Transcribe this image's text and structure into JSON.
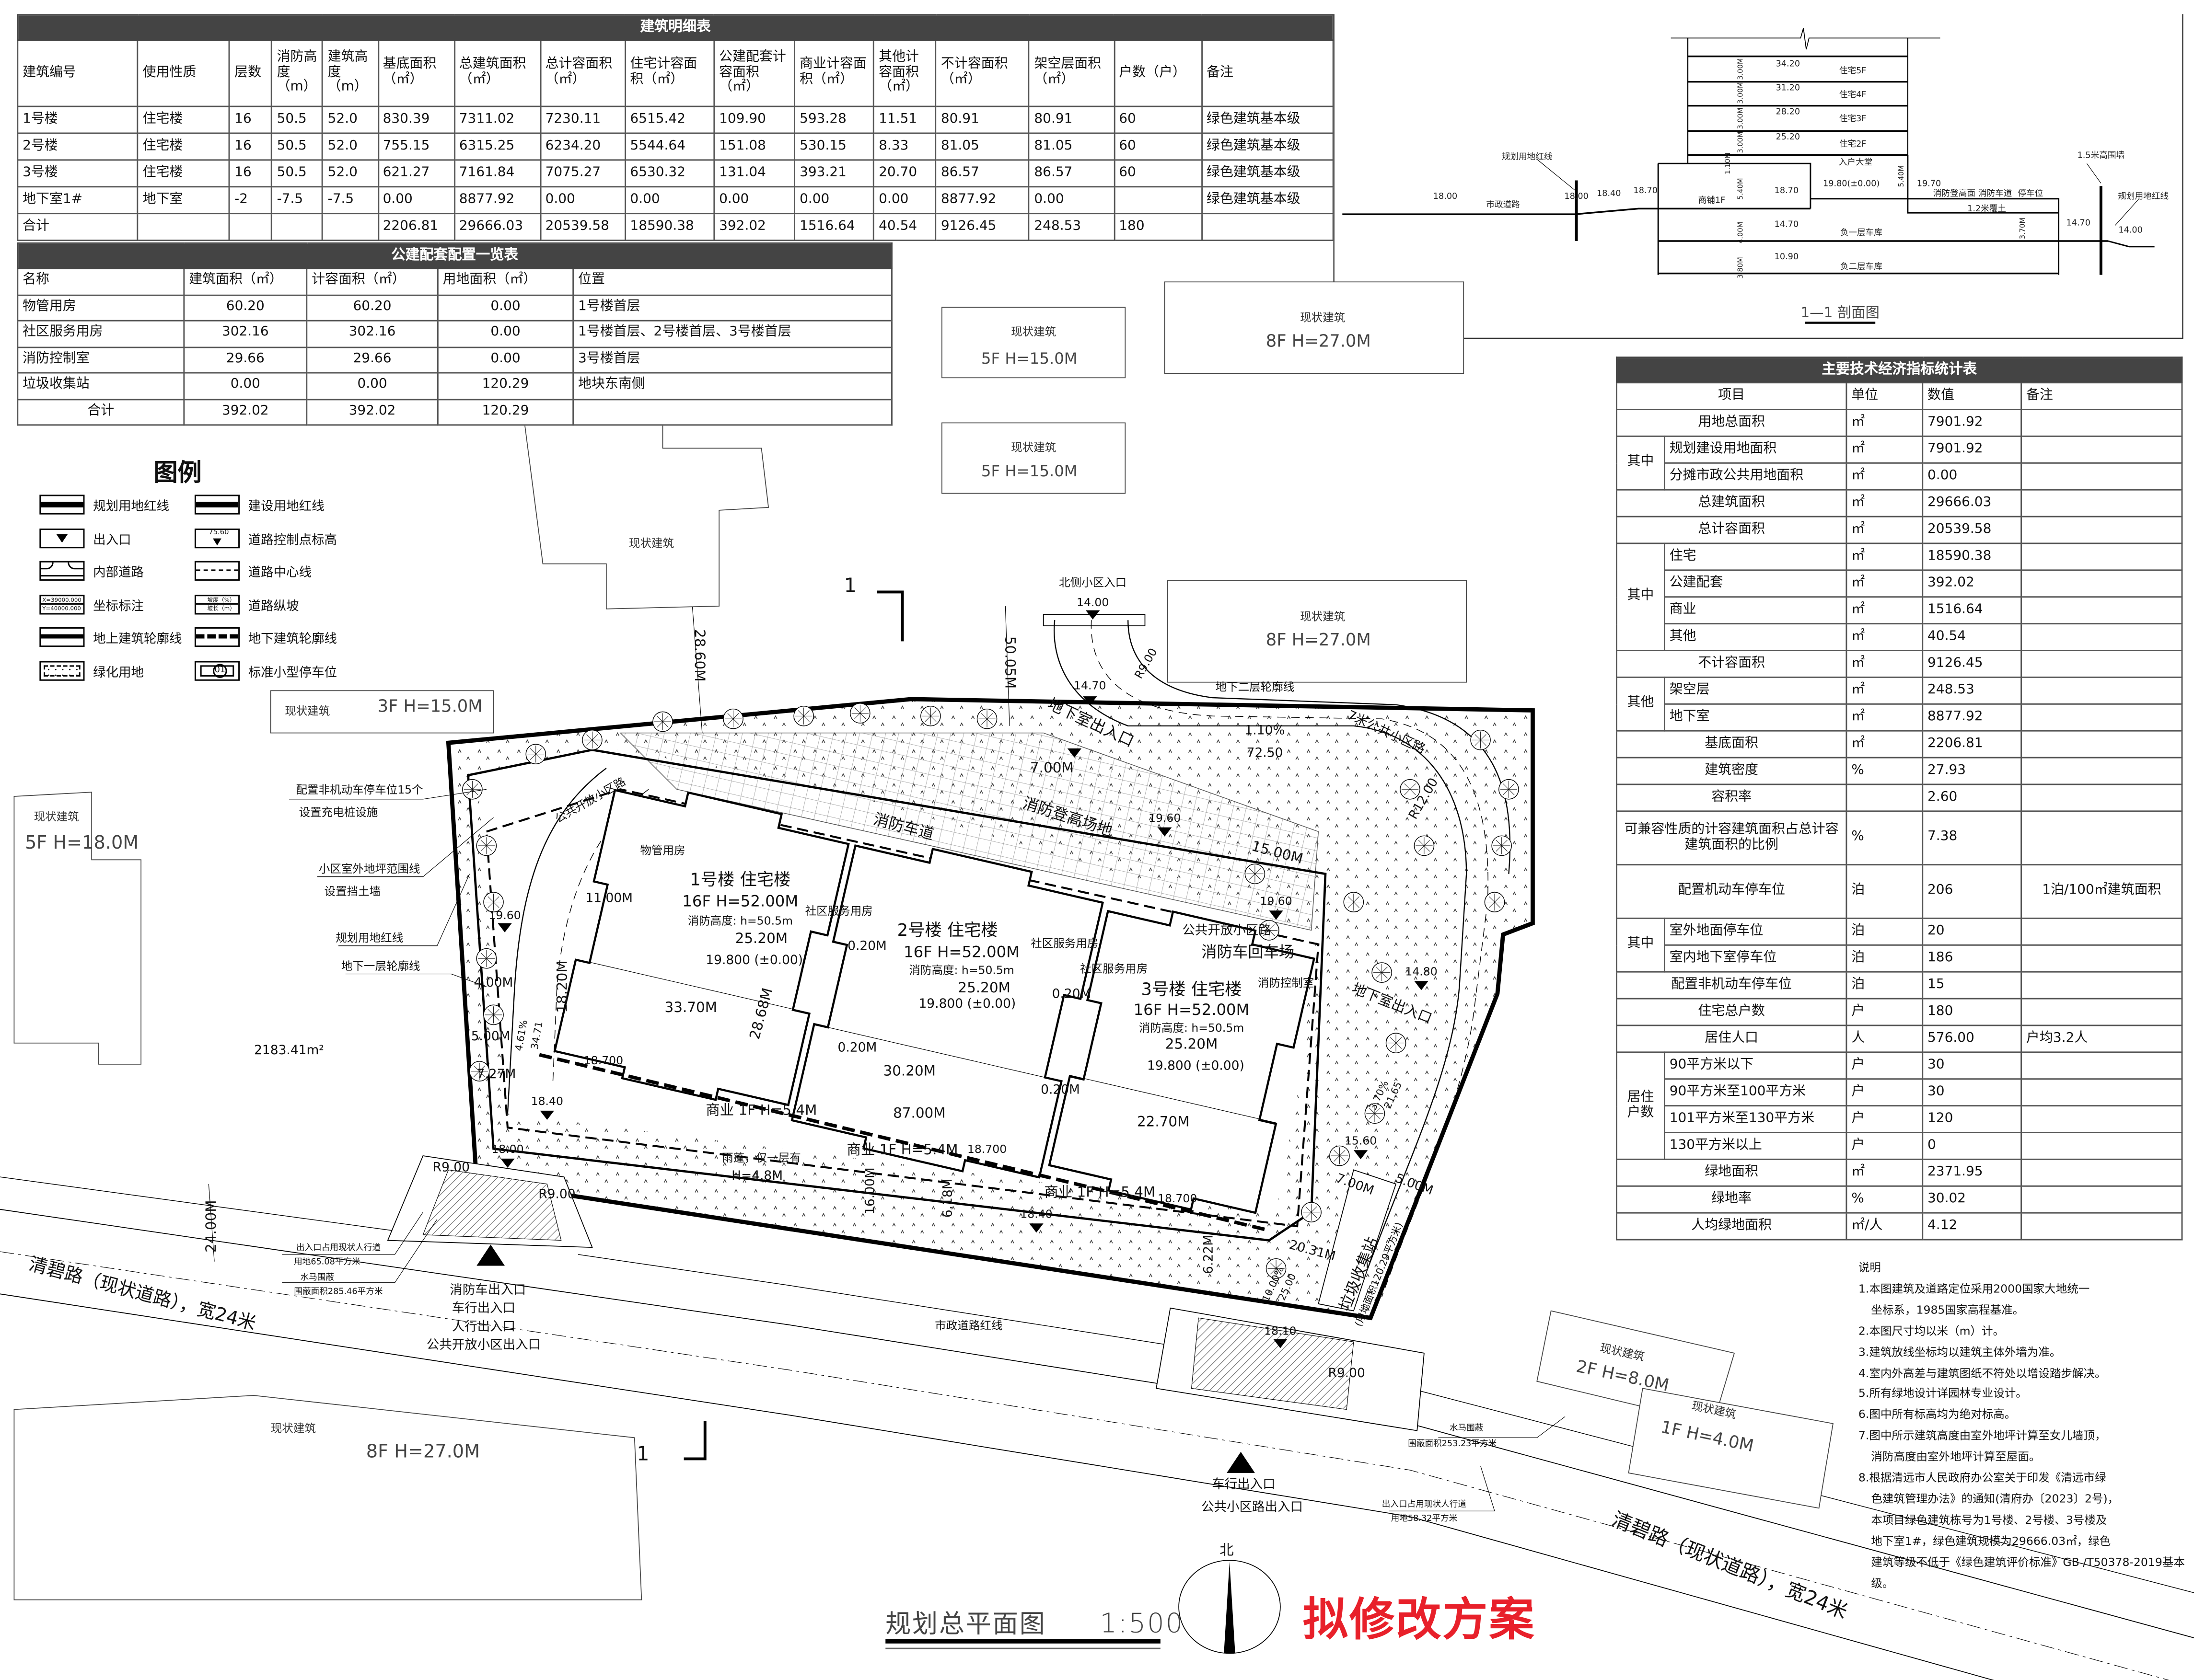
{
  "building_table": {
    "title": "建筑明细表",
    "headers": [
      "建筑编号",
      "使用性质",
      "层数",
      "消防高度（m）",
      "建筑高度（m）",
      "基底面积（㎡）",
      "总建筑面积（㎡）",
      "总计容面积（㎡）",
      "住宅计容面积（㎡）",
      "公建配套计容面积（㎡）",
      "商业计容面积（㎡）",
      "其他计容面积（㎡）",
      "不计容面积（㎡）",
      "架空层面积（㎡）",
      "户数（户）",
      "备注"
    ],
    "rows": [
      [
        "1号楼",
        "住宅楼",
        "16",
        "50.5",
        "52.0",
        "830.39",
        "7311.02",
        "7230.11",
        "6515.42",
        "109.90",
        "593.28",
        "11.51",
        "80.91",
        "80.91",
        "60",
        "绿色建筑基本级"
      ],
      [
        "2号楼",
        "住宅楼",
        "16",
        "50.5",
        "52.0",
        "755.15",
        "6315.25",
        "6234.20",
        "5544.64",
        "151.08",
        "530.15",
        "8.33",
        "81.05",
        "81.05",
        "60",
        "绿色建筑基本级"
      ],
      [
        "3号楼",
        "住宅楼",
        "16",
        "50.5",
        "52.0",
        "621.27",
        "7161.84",
        "7075.27",
        "6530.32",
        "131.04",
        "393.21",
        "20.70",
        "86.57",
        "86.57",
        "60",
        "绿色建筑基本级"
      ],
      [
        "地下室1#",
        "地下室",
        "-2",
        "-7.5",
        "-7.5",
        "0.00",
        "8877.92",
        "0.00",
        "0.00",
        "0.00",
        "0.00",
        "0.00",
        "8877.92",
        "0.00",
        "",
        "绿色建筑基本级"
      ],
      [
        "合计",
        "",
        "",
        "",
        "",
        "2206.81",
        "29666.03",
        "20539.58",
        "18590.38",
        "392.02",
        "1516.64",
        "40.54",
        "9126.45",
        "248.53",
        "180",
        ""
      ]
    ]
  },
  "facility_table": {
    "title": "公建配套配置一览表",
    "headers": [
      "名称",
      "建筑面积（㎡）",
      "计容面积（㎡）",
      "用地面积（㎡）",
      "位置"
    ],
    "rows": [
      [
        "物管用房",
        "60.20",
        "60.20",
        "0.00",
        "1号楼首层"
      ],
      [
        "社区服务用房",
        "302.16",
        "302.16",
        "0.00",
        "1号楼首层、2号楼首层、3号楼首层"
      ],
      [
        "消防控制室",
        "29.66",
        "29.66",
        "0.00",
        "3号楼首层"
      ],
      [
        "垃圾收集站",
        "0.00",
        "0.00",
        "120.29",
        "地块东南侧"
      ],
      [
        "合计",
        "392.02",
        "392.02",
        "120.29",
        ""
      ]
    ]
  },
  "indicator_table": {
    "title": "主要技术经济指标统计表",
    "headers": [
      "项目",
      "单位",
      "数值",
      "备注"
    ],
    "rows": [
      {
        "group": "",
        "item": "用地总面积",
        "unit": "㎡",
        "value": "7901.92",
        "note": ""
      },
      {
        "group": "其中",
        "item": "规划建设用地面积",
        "unit": "㎡",
        "value": "7901.92",
        "note": ""
      },
      {
        "group": "其中",
        "item": "分摊市政公共用地面积",
        "unit": "㎡",
        "value": "0.00",
        "note": ""
      },
      {
        "group": "",
        "item": "总建筑面积",
        "unit": "㎡",
        "value": "29666.03",
        "note": ""
      },
      {
        "group": "",
        "item": "总计容面积",
        "unit": "㎡",
        "value": "20539.58",
        "note": ""
      },
      {
        "group": "其中 ",
        "item": "住宅",
        "unit": "㎡",
        "value": "18590.38",
        "note": ""
      },
      {
        "group": "其中 ",
        "item": "公建配套",
        "unit": "㎡",
        "value": "392.02",
        "note": ""
      },
      {
        "group": "其中 ",
        "item": "商业",
        "unit": "㎡",
        "value": "1516.64",
        "note": ""
      },
      {
        "group": "其中 ",
        "item": "其他",
        "unit": "㎡",
        "value": "40.54",
        "note": ""
      },
      {
        "group": "",
        "item": "不计容面积",
        "unit": "㎡",
        "value": "9126.45",
        "note": ""
      },
      {
        "group": "其他",
        "item": "架空层",
        "unit": "㎡",
        "value": "248.53",
        "note": ""
      },
      {
        "group": "其他",
        "item": "地下室",
        "unit": "㎡",
        "value": "8877.92",
        "note": ""
      },
      {
        "group": "",
        "item": "基底面积",
        "unit": "㎡",
        "value": "2206.81",
        "note": ""
      },
      {
        "group": "",
        "item": "建筑密度",
        "unit": "%",
        "value": "27.93",
        "note": ""
      },
      {
        "group": "",
        "item": "容积率",
        "unit": "",
        "value": "2.60",
        "note": ""
      },
      {
        "group": "",
        "item": "可兼容性质的计容建筑面积占总计容建筑面积的比例",
        "unit": "%",
        "value": "7.38",
        "note": ""
      },
      {
        "group": "",
        "item": "配置机动车停车位",
        "unit": "泊",
        "value": "206",
        "note": "1泊/100㎡建筑面积"
      },
      {
        "group": "其中",
        "item": "室外地面停车位",
        "unit": "泊",
        "value": "20",
        "note": ""
      },
      {
        "group": "其中",
        "item": "室内地下室停车位",
        "unit": "泊",
        "value": "186",
        "note": ""
      },
      {
        "group": "",
        "item": "配置非机动车停车位",
        "unit": "泊",
        "value": "15",
        "note": ""
      },
      {
        "group": "",
        "item": "住宅总户数",
        "unit": "户",
        "value": "180",
        "note": ""
      },
      {
        "group": "",
        "item": "居住人口",
        "unit": "人",
        "value": "576.00",
        "note": "户均3.2人"
      },
      {
        "group": "居住户数",
        "item": "90平方米以下",
        "unit": "户",
        "value": "30",
        "note": ""
      },
      {
        "group": "居住户数",
        "item": "90平方米至100平方米",
        "unit": "户",
        "value": "30",
        "note": ""
      },
      {
        "group": "居住户数",
        "item": "101平方米至130平方米",
        "unit": "户",
        "value": "120",
        "note": ""
      },
      {
        "group": "居住户数",
        "item": "130平方米以上",
        "unit": "户",
        "value": "0",
        "note": ""
      },
      {
        "group": "",
        "item": "绿地面积",
        "unit": "㎡",
        "value": "2371.95",
        "note": ""
      },
      {
        "group": "",
        "item": "绿地率",
        "unit": "%",
        "value": "30.02",
        "note": ""
      },
      {
        "group": "",
        "item": "人均绿地面积",
        "unit": "㎡/人",
        "value": "4.12",
        "note": ""
      }
    ]
  },
  "legend": {
    "title": "图例",
    "items": [
      "规划用地红线",
      "建设用地红线",
      "出入口",
      "道路控制点标高",
      "内部道路",
      "道路中心线",
      "坐标标注",
      "道路纵坡",
      "地上建筑轮廓线",
      "地下建筑轮廓线",
      "绿化用地",
      "标准小型停车位"
    ],
    "sample_elevation": "75.60",
    "sample_x": "X=39000.000",
    "sample_y": "Y=40000.000",
    "slope_grade": "坡度（%）",
    "slope_length": "坡长（m）",
    "parking_no": "01"
  },
  "notes": {
    "title": "说明",
    "lines": [
      {
        "t": "1.本图建筑及道路定位采用2000国家大地统一",
        "indent": false
      },
      {
        "t": "坐标系，1985国家高程基准。",
        "indent": true
      },
      {
        "t": "2.本图尺寸均以米（m）计。",
        "indent": false
      },
      {
        "t": "3.建筑放线坐标均以建筑主体外墙为准。",
        "indent": false
      },
      {
        "t": "4.室内外高差与建筑图纸不符处以增设踏步解决。",
        "indent": false
      },
      {
        "t": "5.所有绿地设计详园林专业设计。",
        "indent": false
      },
      {
        "t": "6.图中所有标高均为绝对标高。",
        "indent": false
      },
      {
        "t": "7.图中所示建筑高度由室外地坪计算至女儿墙顶，",
        "indent": false
      },
      {
        "t": "消防高度由室外地坪计算至屋面。",
        "indent": true
      },
      {
        "t": "8.根据清远市人民政府办公室关于印发《清远市绿",
        "indent": false
      },
      {
        "t": "色建筑管理办法》的通知(清府办〔2023〕2号)，",
        "indent": true
      },
      {
        "t": "本项目绿色建筑栋号为1号楼、2号楼、3号楼及",
        "indent": true
      },
      {
        "t": "地下室1#，绿色建筑规模为29666.03㎡，绿色",
        "indent": true
      },
      {
        "t": "建筑等级不低于《绿色建筑评价标准》GB /T50378-2019基本级。",
        "indent": true
      }
    ]
  },
  "plan_title": {
    "name": "规划总平面图",
    "scale": "1:500",
    "stamp": "拟修改方案",
    "stamp_color": "#e8202a"
  },
  "section": {
    "title": "1—1 剖面图",
    "labels": [
      "住宅5F",
      "34.20",
      "住宅4F",
      "31.20",
      "住宅3F",
      "28.20",
      "住宅2F",
      "25.20",
      "入户大堂",
      "商铺1F",
      "18.70",
      "19.80(±0.00)",
      "19.70",
      "消防登高面",
      "消防车道",
      "停车位",
      "1.2米覆土",
      "负一层车库",
      "14.70",
      "负二层车库",
      "10.90",
      "市政道路",
      "18.00",
      "18.00",
      "18.40",
      "18.70",
      "规划用地红线",
      "1.5米高围墙",
      "规划用地红线",
      "14.70",
      "14.00",
      "3.00M",
      "3.00M",
      "3.00M",
      "3.00M",
      "1.10M",
      "5.40M",
      "5.40M",
      "4.00M",
      "3.80M",
      "3.70M"
    ]
  },
  "existing_buildings": [
    {
      "name": "现状建筑",
      "spec": "5F H=15.0M"
    },
    {
      "name": "现状建筑",
      "spec": "8F H=27.0M"
    },
    {
      "name": "现状建筑",
      "spec": "5F H=15.0M"
    },
    {
      "name": "现状建筑",
      "spec": "8F H=27.0M"
    },
    {
      "name": "现状建筑",
      "spec": "3F H=15.0M"
    },
    {
      "name": "现状建筑",
      "spec": "5F H=18.0M"
    },
    {
      "name": "现状建筑",
      "spec": ""
    },
    {
      "name": "现状建筑",
      "spec": "8F H=27.0M"
    },
    {
      "name": "现状建筑",
      "spec": "2F H=8.0M"
    },
    {
      "name": "现状建筑",
      "spec": "1F H=4.0M"
    }
  ],
  "site": {
    "labels": [
      "1",
      "1",
      "北侧小区入口",
      "14.00",
      "14.70",
      "地下室出入口",
      "7.00M",
      "1.10%",
      "72.50",
      "7米公共小区路",
      "R9.00",
      "R12.00",
      "地下二层轮廓线",
      "50.05M",
      "28.60M",
      "公共开放小区路",
      "消防车道",
      "消防登高场地",
      "物管用房",
      "1号楼 住宅楼",
      "16F H=52.00M",
      "消防高度: h=50.5m",
      "25.20M",
      "社区服务用房",
      "2号楼 住宅楼",
      "16F H=52.00M",
      "消防高度: h=50.5m",
      "25.20M",
      "社区服务用房",
      "社区服务用房",
      "3号楼 住宅楼",
      "16F H=52.00M",
      "消防高度: h=50.5m",
      "25.20M",
      "消防控制室",
      "公共开放小区路",
      "消防车回车场",
      "15.00M",
      "19.60",
      "19.60",
      "33.70M",
      "28.68M",
      "30.20M",
      "87.00M",
      "22.70M",
      "0.20M",
      "0.20M",
      "0.20M",
      "0.20M",
      "19.800 (±0.00)",
      "19.800 (±0.00)",
      "19.800 (±0.00)",
      "商业 1F H=5.4M",
      "商业 1F H=5.4M",
      "商业 1F H=5.4M",
      "18.700",
      "18.700",
      "18.700",
      "雨蓬，仅一层有",
      "H=4.8M",
      "18.20M",
      "7.27M",
      "5.00M",
      "4.00M",
      "11.00M",
      "18.40",
      "18.00",
      "R9.00",
      "R9.00",
      "24.00M",
      "消防车出入口",
      "车行出入口",
      "人行出入口",
      "公共开放小区出入口",
      "清碧路（现状道路），宽24米",
      "市政道路红线",
      "18.40",
      "6.18M",
      "16.00M",
      "6.22M",
      "20.31M",
      "10.00%",
      "25.00",
      "18.10",
      "R9.00",
      "车行出入口",
      "公共小区路出入口",
      "清碧路（现状道路），宽24米",
      "地下室出入口",
      "14.80",
      "15.60",
      "7.00M",
      "3.70%",
      "21.65",
      "垃圾收集站",
      "(用地面积120.29平方米)",
      "5.00M",
      "2183.41m²",
      "配置非机动车停车位15个",
      "设置充电桩设施",
      "小区室外地坪范围线",
      "设置挡土墙",
      "规划用地红线",
      "地下一层轮廓线",
      "北",
      "出入口占用现状人行道",
      "用地65.08平方米",
      "水马围蔽",
      "围蔽面积285.46平方米",
      "水马围蔽",
      "围蔽面积253.23平方米",
      "出入口占用现状人行道",
      "用地58.32平方米",
      "4.61%",
      "34.71",
      "19.60"
    ]
  }
}
